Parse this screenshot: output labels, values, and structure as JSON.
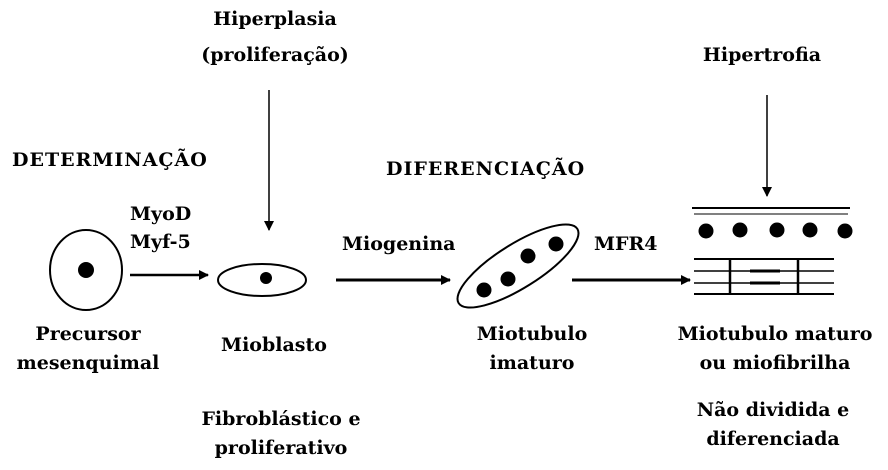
{
  "top_labels": {
    "hyperplasia": "Hiperplasia",
    "hyperplasia_sub": "(proliferação)",
    "hypertrophy": "Hipertrofia"
  },
  "stages": {
    "determination": "DETERMINAÇÃO",
    "differentiation": "DIFERENCIAÇÃO"
  },
  "arrows": {
    "myod": "MyoD",
    "myf5": "Myf-5",
    "miogenina": "Miogenina",
    "mfr4": "MFR4"
  },
  "cells": {
    "precursor_line1": "Precursor",
    "precursor_line2": "mesenquimal",
    "mioblasto": "Mioblasto",
    "miotubulo_imaturo_line1": "Miotubulo",
    "miotubulo_imaturo_line2": "imaturo",
    "miotubulo_maturo_line1": "Miotubulo maturo",
    "miotubulo_maturo_line2": "ou miofibrilha"
  },
  "notes": {
    "fibro_line1": "Fibroblástico e",
    "fibro_line2": "proliferativo",
    "nao_line1": "Não dividida e",
    "nao_line2": "diferenciada"
  },
  "colors": {
    "ink": "#000000",
    "background": "#ffffff"
  }
}
